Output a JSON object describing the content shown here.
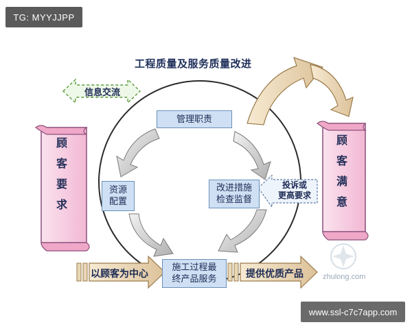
{
  "badge_top": "TG: MYYJJPP",
  "badge_bottom": "www.ssl-c7c7app.com",
  "title": "工程质量及服务质量改进",
  "left_scroll": "顾客要求",
  "right_scroll": "顾客满意",
  "info_exchange": "信息交流",
  "nodes": {
    "top": "管理职责",
    "left": "资源\n配置",
    "right": "改进措施\n检查监督",
    "bottom": "施工过程最\n终产品服务"
  },
  "complaint": "投诉或\n更高要求",
  "customer_center": "以顾客为中心",
  "quality_product": "提供优质产品",
  "watermark": "zhulong.com",
  "colors": {
    "scroll_fill": "#f6c9e0",
    "scroll_border": "#8a4e7a",
    "box_fill": "#cfe0f4",
    "arrow_fill": "#e9d8b6",
    "accent": "#1f2f5a"
  }
}
